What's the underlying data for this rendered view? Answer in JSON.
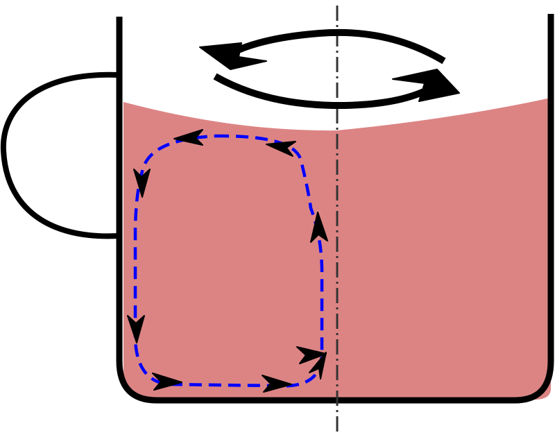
{
  "diagram": {
    "colors": {
      "liquid": "#dc8484",
      "outline": "#000000",
      "circulation_path": "#0000ff",
      "rotation_axis": "#333333",
      "background": "#ffffff"
    },
    "elements": {
      "mug": "mug",
      "liquid": "liquid",
      "rotation_arrows": "rotation-arrows",
      "circulation_loop": "circulation-loop",
      "rotation_axis": "rotation-axis"
    }
  }
}
